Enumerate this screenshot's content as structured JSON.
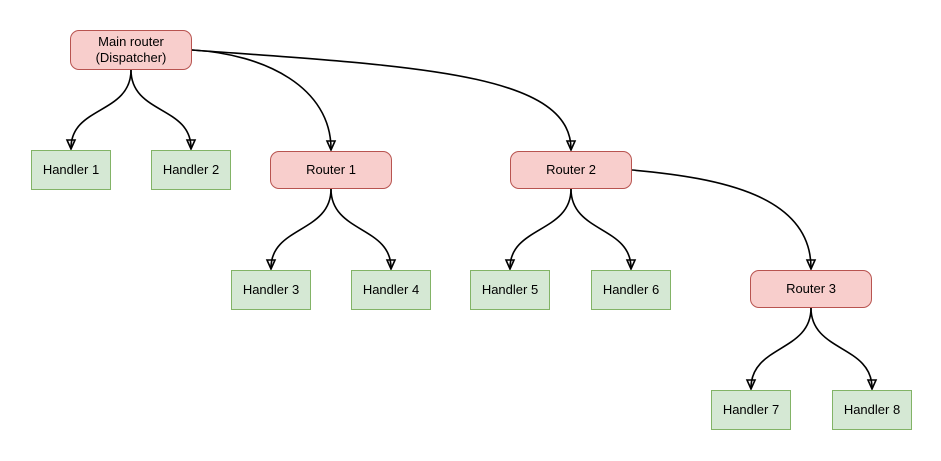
{
  "diagram": {
    "type": "tree",
    "colors": {
      "router_fill": "#f8cecc",
      "router_border": "#b85450",
      "handler_fill": "#d5e8d4",
      "handler_border": "#82b366",
      "edge": "#000000",
      "text": "#000000",
      "background": "#ffffff"
    },
    "nodes": [
      {
        "id": "main-router",
        "type": "router",
        "label": "Main router (Dispatcher)",
        "label_lines": [
          "Main router",
          "(Dispatcher)"
        ]
      },
      {
        "id": "handler-1",
        "type": "handler",
        "label": "Handler 1"
      },
      {
        "id": "handler-2",
        "type": "handler",
        "label": "Handler 2"
      },
      {
        "id": "router-1",
        "type": "router",
        "label": "Router 1"
      },
      {
        "id": "router-2",
        "type": "router",
        "label": "Router 2"
      },
      {
        "id": "handler-3",
        "type": "handler",
        "label": "Handler 3"
      },
      {
        "id": "handler-4",
        "type": "handler",
        "label": "Handler 4"
      },
      {
        "id": "handler-5",
        "type": "handler",
        "label": "Handler 5"
      },
      {
        "id": "handler-6",
        "type": "handler",
        "label": "Handler 6"
      },
      {
        "id": "router-3",
        "type": "router",
        "label": "Router 3"
      },
      {
        "id": "handler-7",
        "type": "handler",
        "label": "Handler 7"
      },
      {
        "id": "handler-8",
        "type": "handler",
        "label": "Handler 8"
      }
    ],
    "edges": [
      {
        "from": "main-router",
        "to": "handler-1"
      },
      {
        "from": "main-router",
        "to": "handler-2"
      },
      {
        "from": "main-router",
        "to": "router-1"
      },
      {
        "from": "main-router",
        "to": "router-2"
      },
      {
        "from": "router-1",
        "to": "handler-3"
      },
      {
        "from": "router-1",
        "to": "handler-4"
      },
      {
        "from": "router-2",
        "to": "handler-5"
      },
      {
        "from": "router-2",
        "to": "handler-6"
      },
      {
        "from": "router-2",
        "to": "router-3"
      },
      {
        "from": "router-3",
        "to": "handler-7"
      },
      {
        "from": "router-3",
        "to": "handler-8"
      }
    ]
  }
}
